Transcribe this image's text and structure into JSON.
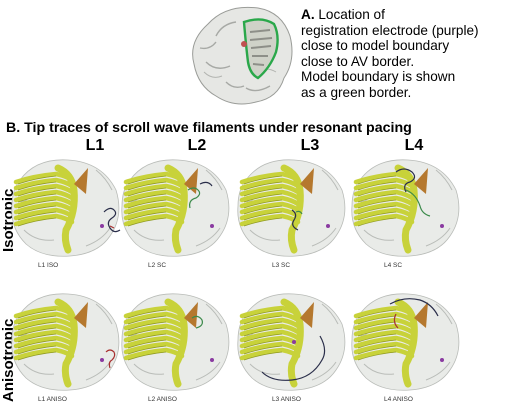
{
  "caption_a": {
    "label": "A.",
    "lines": [
      "Location of",
      "registration electrode (purple)",
      "close to model boundary",
      "close to AV border.",
      "Model boundary is shown",
      "as a green border."
    ]
  },
  "caption_b": {
    "label": "B.",
    "text": "Tip traces of scroll wave filaments under resonant pacing"
  },
  "columns": [
    "L1",
    "L2",
    "L3",
    "L4"
  ],
  "rows": [
    "Isotropic",
    "Anisotropic"
  ],
  "panel_labels": {
    "iso": [
      "L1 ISO",
      "L2 SC",
      "L3 SC",
      "L4 SC"
    ],
    "aniso": [
      "L1 ANISO",
      "L2 ANISO",
      "L3 ANISO",
      "L4 ANISO"
    ]
  },
  "colors": {
    "heart_surface": "#e9ebe8",
    "heart_shadow": "#b9bcb8",
    "muscle_yellow": "#c8d23a",
    "muscle_dark": "#8f9a20",
    "triangle": "#b5782e",
    "boundary_green": "#2aa84a",
    "electrode_purple": "#8a3aa0",
    "trace_dark": "#2a2e4a",
    "trace_green": "#3b8a4a",
    "trace_red": "#a83030"
  }
}
